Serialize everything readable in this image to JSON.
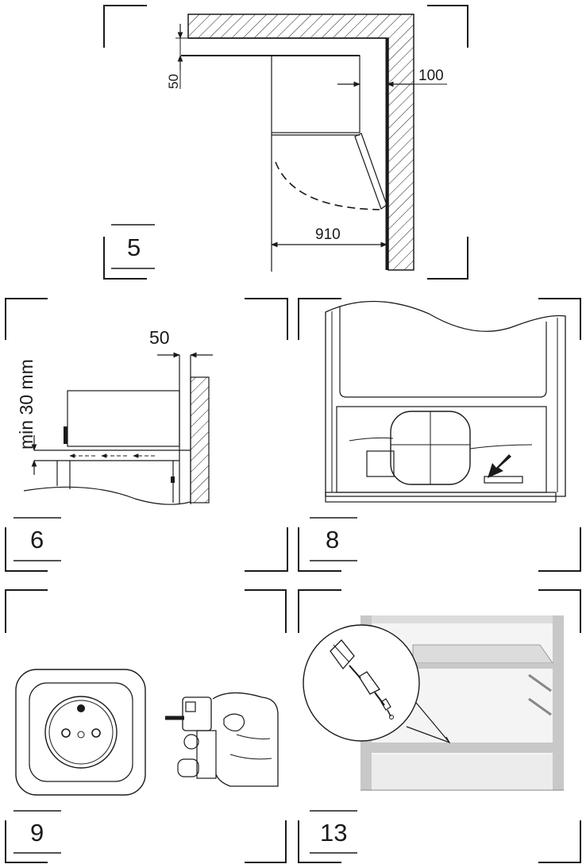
{
  "figures": [
    {
      "id": "fig5",
      "number": "5",
      "dimensions": [
        "50",
        "100",
        "910"
      ]
    },
    {
      "id": "fig6",
      "number": "6",
      "dimensions": [
        "50",
        "min 30 mm"
      ]
    },
    {
      "id": "fig8",
      "number": "8",
      "dimensions": []
    },
    {
      "id": "fig9",
      "number": "9",
      "dimensions": []
    },
    {
      "id": "fig13",
      "number": "13",
      "dimensions": []
    }
  ],
  "colors": {
    "ink": "#1a1a1a",
    "shelf_gray": "#c8c8c8",
    "plate_gray": "#dcdcdc"
  },
  "icons": [
    "arrow-pointer-icon",
    "socket-icon",
    "plug-icon",
    "hinge-pin-icon"
  ]
}
